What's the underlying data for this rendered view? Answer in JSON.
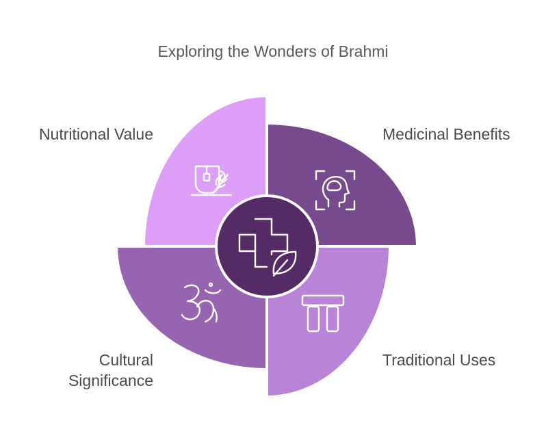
{
  "title": "Exploring the Wonders of Brahmi",
  "segments": [
    {
      "id": "nutritional",
      "label": "Nutritional Value",
      "icon": "tea-cup-herb-icon",
      "color": "#dd9ef8"
    },
    {
      "id": "medicinal",
      "label": "Medicinal Benefits",
      "icon": "head-brain-scan-icon",
      "color": "#774a8e"
    },
    {
      "id": "traditional",
      "label": "Traditional Uses",
      "icon": "stone-pillars-icon",
      "color": "#b983d7"
    },
    {
      "id": "cultural",
      "label": "Cultural Significance",
      "icon": "om-symbol-icon",
      "color": "#9664b0"
    }
  ],
  "center": {
    "icon": "medical-cross-leaf-icon",
    "color": "#552b66"
  }
}
